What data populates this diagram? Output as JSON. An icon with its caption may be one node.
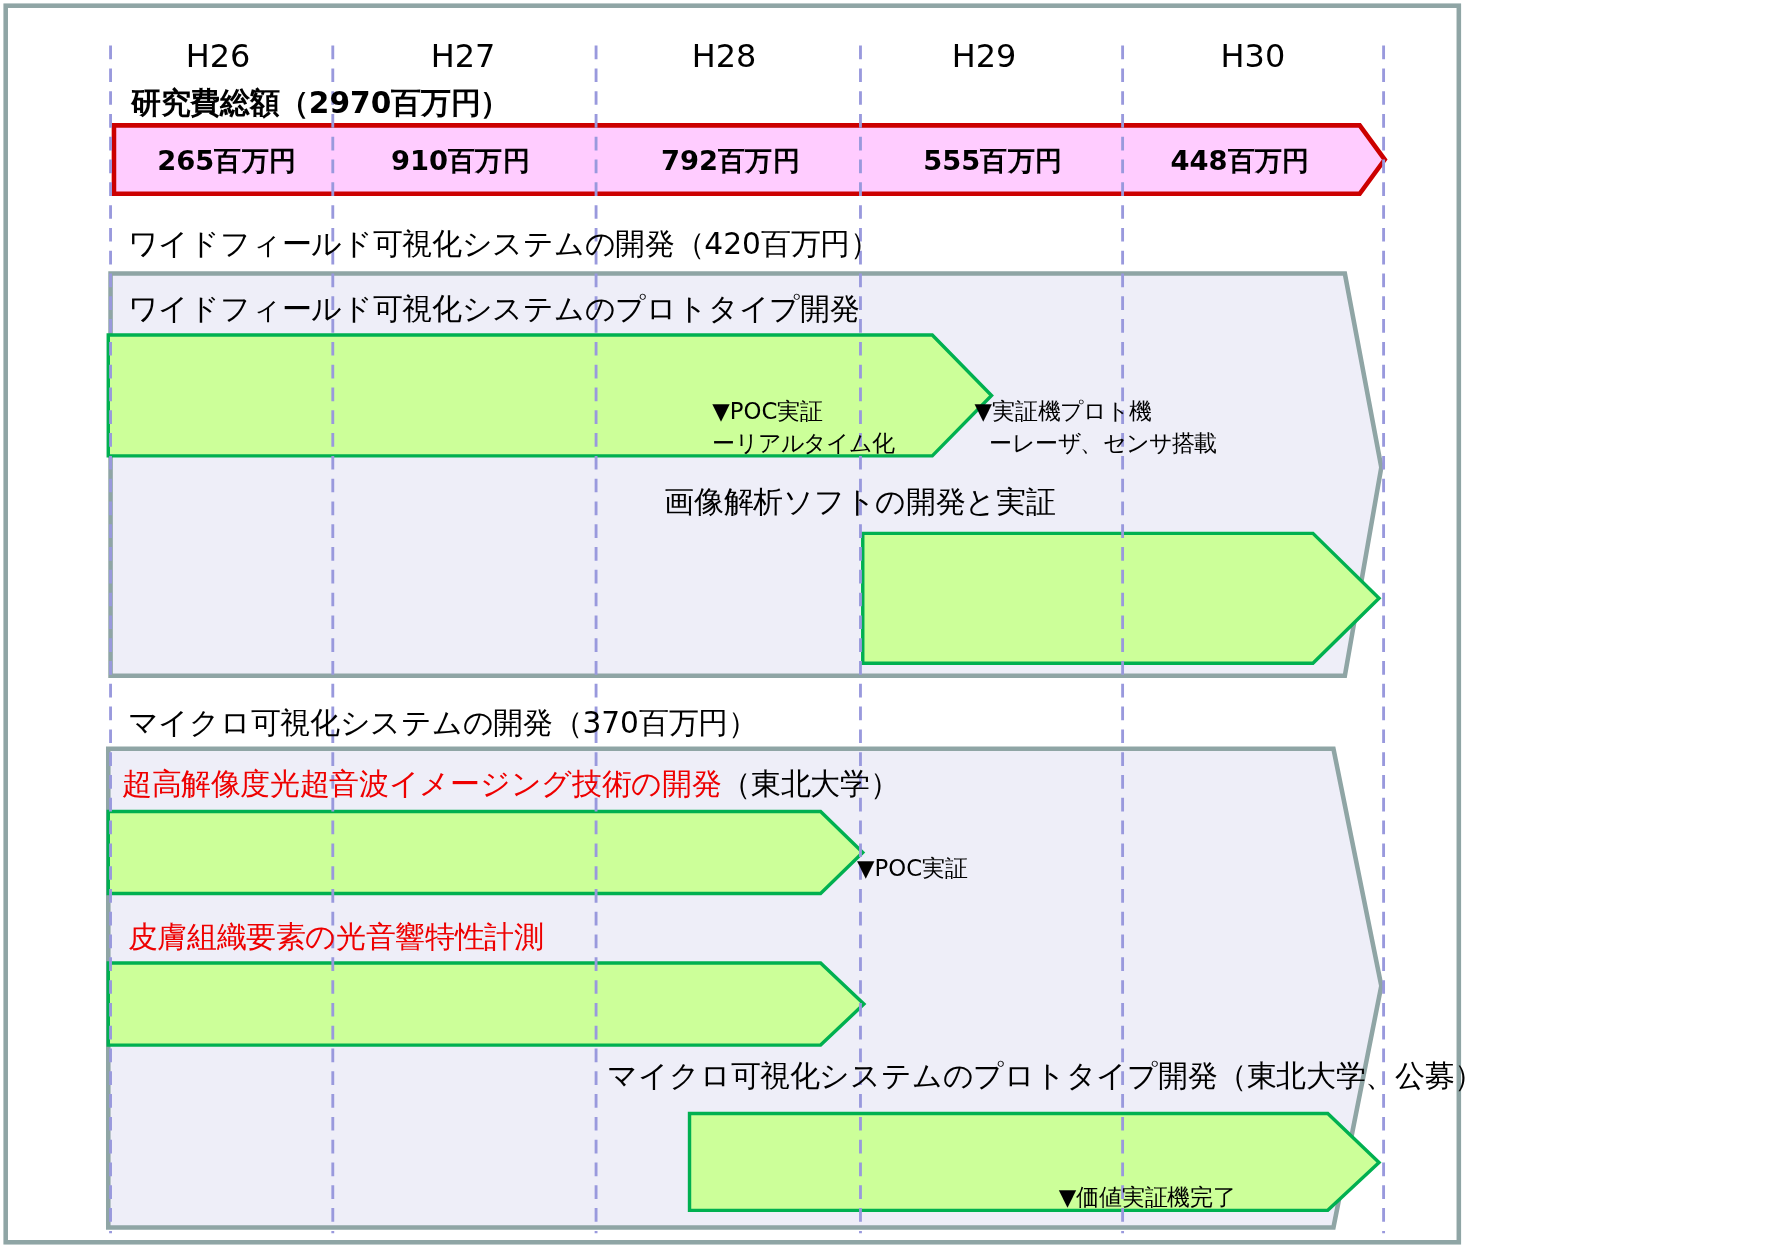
{
  "diagram": {
    "nodes": [
      {
        "text": [
          "研究費総額（2970百万円）",
          "265百万円",
          "910百万円",
          "792百万円",
          "555百万円",
          "448百万円"
        ]
      },
      {
        "text": [
          "ワイドフィールド可視化システムの開発（420百万円）"
        ]
      },
      {
        "text": [
          "ワイドフィールド可視化システムのプロトタイプ開発",
          "▼POC実証",
          "ーリアルタイム化"
        ],
        "in": 1,
        "beside": [
          "▼実証機プロト機",
          "ーレーザ、センサ搭載"
        ]
      },
      {
        "text": [
          "画像解析ソフトの開発と実証"
        ],
        "in": 1
      },
      {
        "text": [
          "マイクロ可視化システムの開発（370百万円）"
        ]
      },
      {
        "text": [
          "超高解像度光超音波イメージング技術の開発",
          "（東北大学）"
        ],
        "in": 4,
        "beside": [
          "▼POC実証"
        ]
      },
      {
        "text": [
          "皮膚組織要素の光音響特性計測"
        ],
        "in": 4
      },
      {
        "text": [
          "マイクロ可視化システムのプロトタイプ開発（東北大学、公募）",
          "▼価値実証機完了"
        ],
        "in": 4
      }
    ],
    "edges": [],
    "labels": [
      "H26",
      "H27",
      "H28",
      "H29",
      "H30"
    ]
  }
}
